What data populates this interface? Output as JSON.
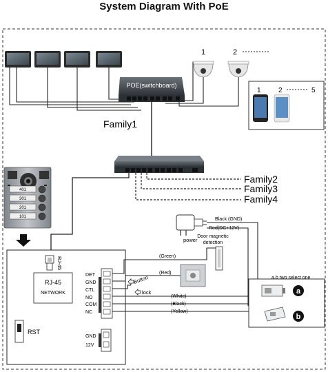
{
  "title": "System Diagram With PoE",
  "labels": {
    "poe_switch": "POE(switchboard)",
    "family1": "Family1",
    "family2": "Family2",
    "family3": "Family3",
    "family4": "Family4",
    "cam1": "1",
    "cam2": "2",
    "phone1": "1",
    "phone2": "2",
    "phone5": "5",
    "black_gnd": "Black (GND)",
    "red_dc": "Red(DC+12V)",
    "power": "power",
    "door_sensor_l1": "Door magnetic",
    "door_sensor_l2": "detection",
    "green": "(Green)",
    "red": "(Red)",
    "white": "(White)",
    "black": "(Black)",
    "yellow": "(Yellow)",
    "button": "Button",
    "lock": "lock",
    "rj45_tag": "RJ-45",
    "rj45": "RJ-45",
    "network": "NETWORK",
    "rst": "RST",
    "det": "DET",
    "gnd": "GND",
    "ctl": "CTL",
    "no": "NO",
    "com": "COM",
    "nc": "NC",
    "gnd2": "GND",
    "v12": "12V",
    "select": "a.b two select one",
    "a": "a",
    "b": "b",
    "button_401": "401",
    "button_301": "301",
    "button_201": "201",
    "button_101": "101"
  },
  "colors": {
    "line": "#222222",
    "switch_body": "#3a3f45",
    "port": "#1a1a1a",
    "monitor_frame": "#2a2a2a",
    "screen": "#5f6b74",
    "panel": "#9aa0a6"
  }
}
